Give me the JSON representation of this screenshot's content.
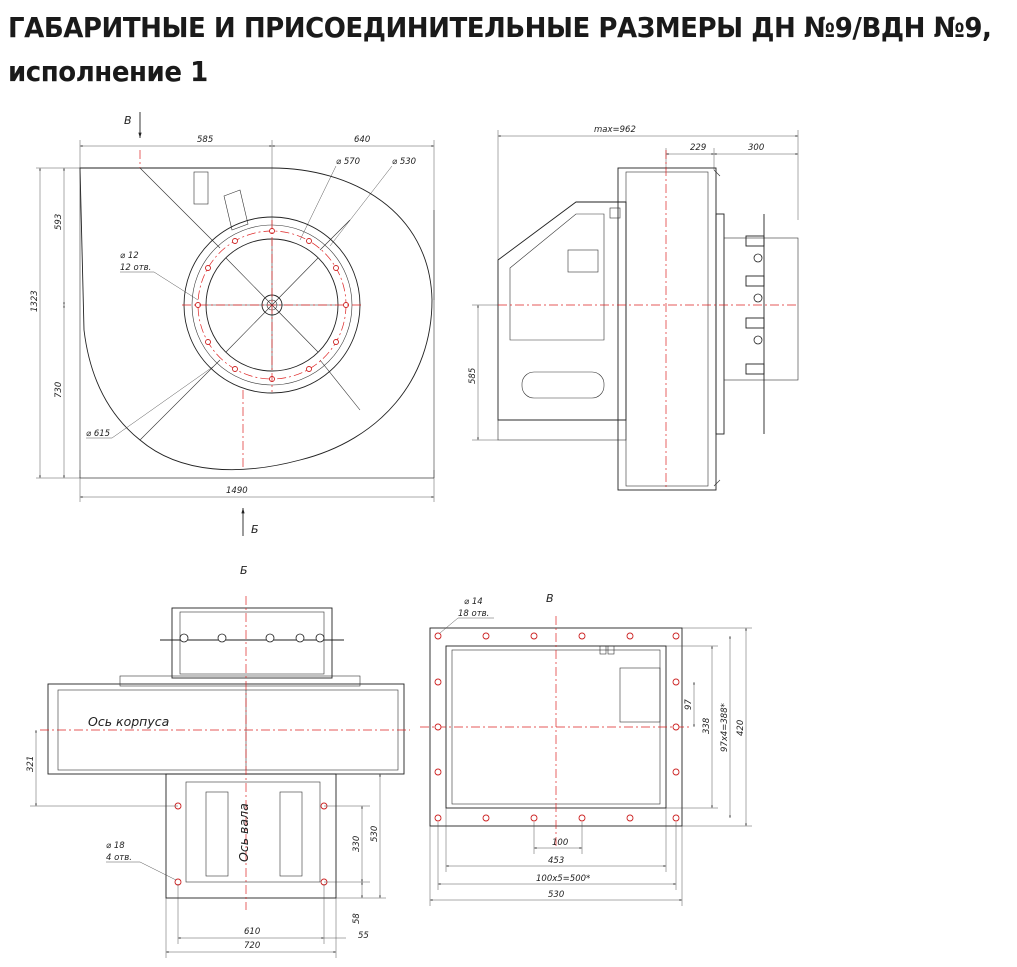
{
  "title": {
    "line1": "ГАБАРИТНЫЕ И ПРИСОЕДИНИТЕЛЬНЫЕ РАЗМЕРЫ ДН №9/ВДН №9,",
    "line2": "исполнение 1"
  },
  "front_view": {
    "arrow_top": "В",
    "arrow_bottom": "Б",
    "dim_585": "585",
    "dim_640": "640",
    "dim_d570": "⌀ 570",
    "dim_d530": "⌀ 530",
    "dim_593": "593",
    "dim_1323": "1323",
    "dim_730": "730",
    "dim_1490": "1490",
    "holes_d": "⌀ 12",
    "holes_n": "12 отв.",
    "dim_d615": "⌀ 615"
  },
  "side_view": {
    "dim_max": "max=962",
    "dim_229": "229",
    "dim_300": "300",
    "dim_585": "585"
  },
  "view_b": {
    "label": "Б",
    "axis_body": "Ось корпуса",
    "axis_shaft": "Ось вала",
    "dim_321": "321",
    "holes_d": "⌀ 18",
    "holes_n": "4 отв.",
    "dim_330": "330",
    "dim_530": "530",
    "dim_58": "58",
    "dim_55": "55",
    "dim_610": "610",
    "dim_720": "720"
  },
  "view_v": {
    "label": "В",
    "holes_d": "⌀ 14",
    "holes_n": "18 отв.",
    "dim_97": "97",
    "dim_338": "338",
    "dim_97x4": "97x4=388*",
    "dim_420": "420",
    "dim_100": "100",
    "dim_453": "453",
    "dim_100x5": "100x5=500*",
    "dim_530": "530"
  }
}
